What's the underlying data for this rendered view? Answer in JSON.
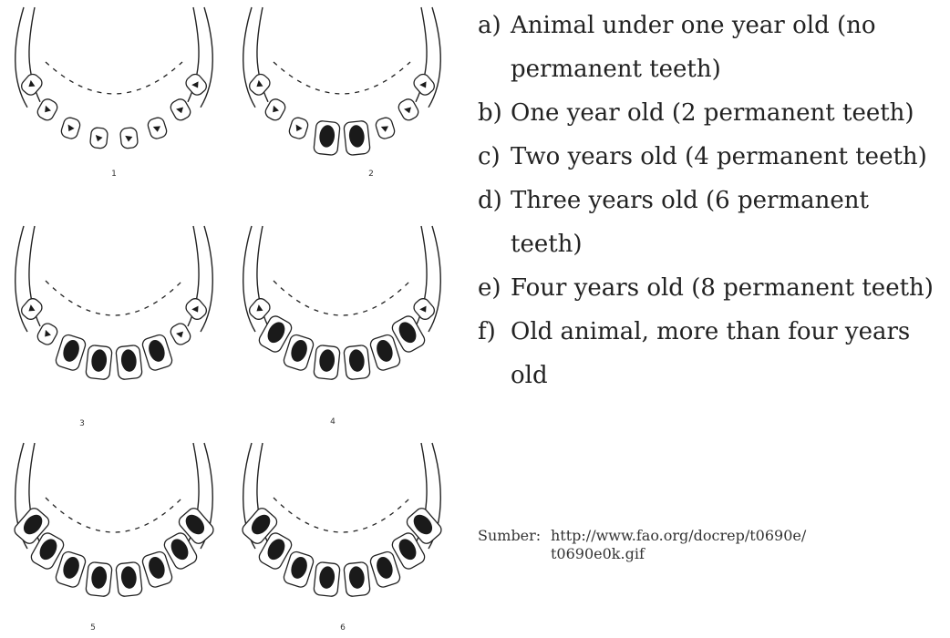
{
  "diagrams": [
    {
      "number": "1",
      "permanent_teeth": 0
    },
    {
      "number": "2",
      "permanent_teeth": 2
    },
    {
      "number": "3",
      "permanent_teeth": 4
    },
    {
      "number": "4",
      "permanent_teeth": 6
    },
    {
      "number": "5",
      "permanent_teeth": 8
    },
    {
      "number": "6",
      "permanent_teeth": 8
    }
  ],
  "legend": [
    {
      "letter": "a)",
      "text": "Animal under one year old (no permanent teeth)"
    },
    {
      "letter": "b)",
      "text": "One year old (2 permanent teeth)"
    },
    {
      "letter": "c)",
      "text": "Two years old (4 permanent teeth)"
    },
    {
      "letter": "d)",
      "text": "Three years old (6 permanent teeth)"
    },
    {
      "letter": "e)",
      "text": "Four years old (8 permanent teeth)"
    },
    {
      "letter": "f)",
      "text": "Old animal, more than four years old"
    }
  ],
  "source": {
    "label": "Sumber:",
    "text": "http://www.fao.org/docrep/t0690e/ t0690e0k.gif"
  },
  "colors": {
    "ink": "#222222",
    "tooth_fill": "#1a1a1a"
  }
}
